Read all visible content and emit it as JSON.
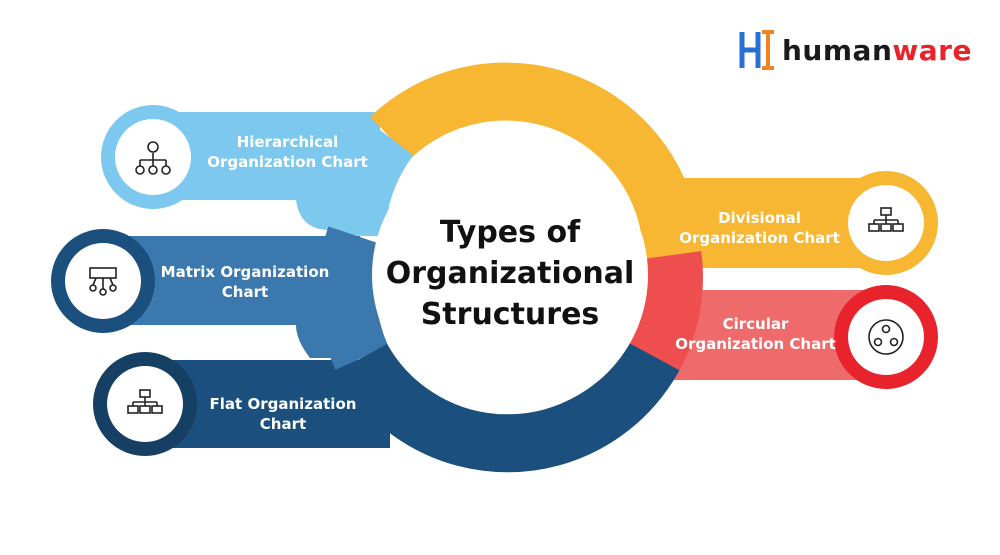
{
  "center": {
    "line1": "Types of",
    "line2": "Organizational",
    "line3": "Structures"
  },
  "logo": {
    "part1": "human",
    "part2": "ware",
    "color_dark": "#1a1a1a",
    "color_accent": "#e8232b",
    "icon_blue": "#2a6fd6",
    "icon_orange": "#f58220"
  },
  "items": [
    {
      "line1": "Hierarchical",
      "line2": "Organization Chart",
      "icon": "hierarchy-people-icon",
      "color": "#7dc8ee"
    },
    {
      "line1": "Matrix Organization",
      "line2": "Chart",
      "icon": "matrix-network-icon",
      "color": "#3a78ad"
    },
    {
      "line1": "Flat Organization",
      "line2": "Chart",
      "icon": "flat-tree-icon",
      "color": "#1b4f7d"
    },
    {
      "line1": "Divisional",
      "line2": "Organization Chart",
      "icon": "division-tree-icon",
      "color": "#f7b733"
    },
    {
      "line1": "Circular",
      "line2": "Organization Chart",
      "icon": "circular-people-icon",
      "color": "#ef4e4e"
    }
  ]
}
